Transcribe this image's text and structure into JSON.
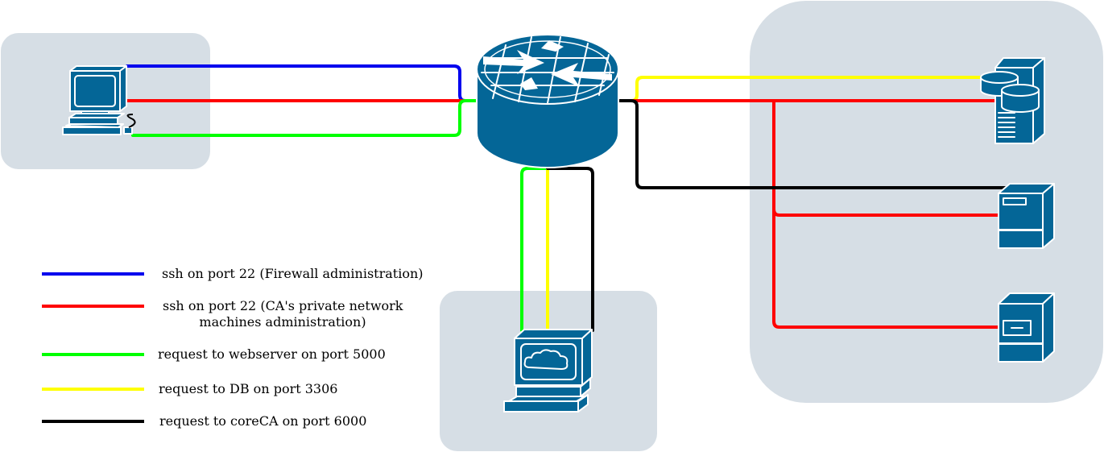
{
  "colors": {
    "zone": "#d6dee5",
    "device": "#046697",
    "blue": "#0000ee",
    "red": "#ff0000",
    "green": "#00ff00",
    "yellow": "#ffff00",
    "black": "#000000"
  },
  "legend": [
    {
      "color": "#0000ee",
      "lines": [
        "ssh on port 22 (Firewall administration)"
      ]
    },
    {
      "color": "#ff0000",
      "lines": [
        "ssh on port 22 (CA's private network",
        "machines administration)"
      ]
    },
    {
      "color": "#00ff00",
      "lines": [
        "request to webserver on port 5000"
      ]
    },
    {
      "color": "#ffff00",
      "lines": [
        "request to DB on port 3306"
      ]
    },
    {
      "color": "#000000",
      "lines": [
        "request to coreCA on port 6000"
      ]
    }
  ],
  "devices": {
    "admin_workstation": {
      "icon": "workstation-icon"
    },
    "firewall": {
      "icon": "firewall-router-icon"
    },
    "client": {
      "icon": "web-client-icon"
    },
    "db_server": {
      "icon": "database-server-icon"
    },
    "server_1": {
      "icon": "server-icon"
    },
    "server_2": {
      "icon": "server-icon"
    }
  }
}
